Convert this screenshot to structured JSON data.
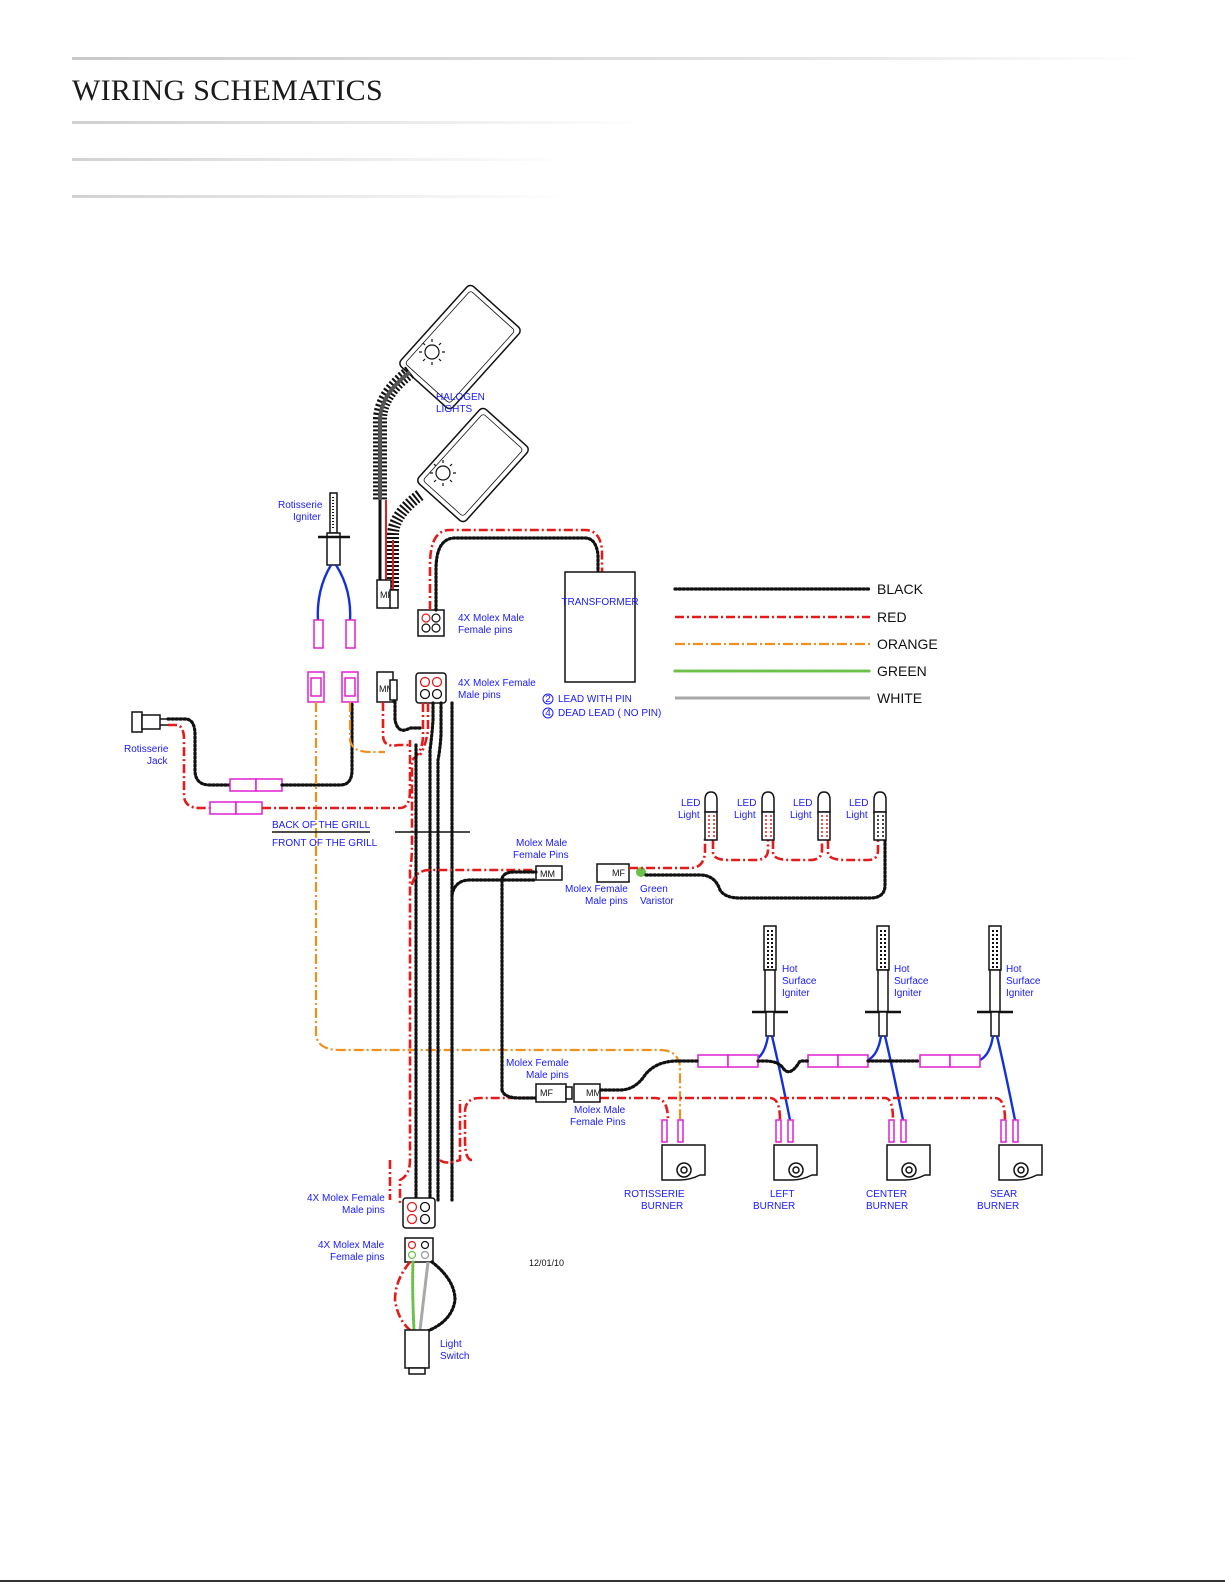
{
  "header": {
    "title": "WIRING SCHEMATICS"
  },
  "legend": [
    {
      "name": "BLACK",
      "color": "#111111",
      "style": "dotted"
    },
    {
      "name": "RED",
      "color": "#e41b1b",
      "style": "dashdot"
    },
    {
      "name": "ORANGE",
      "color": "#f0901e",
      "style": "dashdot"
    },
    {
      "name": "GREEN",
      "color": "#6cc04a",
      "style": "dotted"
    },
    {
      "name": "WHITE",
      "color": "#9a9a9a",
      "style": "solid"
    }
  ],
  "labels": {
    "halogen_1": "HALOGEN",
    "halogen_2": "LIGHTS",
    "rot_igniter_1": "Rotisserie",
    "rot_igniter_2": "Igniter",
    "molex_male_top_1": "4X Molex Male",
    "molex_male_top_2": "Female pins",
    "transformer": "TRANSFORMER",
    "molex_female_top_1": "4X Molex Female",
    "molex_female_top_2": "Male pins",
    "note_1_num": "2",
    "note_1": "LEAD WITH PIN",
    "note_2_num": "4",
    "note_2": "DEAD LEAD  ( NO PIN)",
    "rot_jack_1": "Rotisserie",
    "rot_jack_2": "Jack",
    "back_grill": "BACK OF THE GRILL",
    "front_grill": "FRONT OF THE GRILL",
    "led": "LED",
    "light": "Light",
    "molex_male_fp_1": "Molex Male",
    "molex_male_fp_2": "Female Pins",
    "molex_female_mp_1": "Molex Female",
    "molex_female_mp_2": "Male pins",
    "green_1": "Green",
    "green_2": "Varistor",
    "hot": "Hot",
    "surface": "Surface",
    "igniter": "Igniter",
    "molex_female_mp2_1": "Molex Female",
    "molex_female_mp2_2": "Male pins",
    "molex_male_fp2_1": "Molex Male",
    "molex_male_fp2_2": "Female Pins",
    "rot_burner_1": "ROTISSERIE",
    "rot_burner_2": "BURNER",
    "left_burner_1": "LEFT",
    "left_burner_2": "BURNER",
    "center_burner_1": "CENTER",
    "center_burner_2": "BURNER",
    "sear_burner_1": "SEAR",
    "sear_burner_2": "BURNER",
    "molex_female_bot_1": "4X Molex Female",
    "molex_female_bot_2": "Male pins",
    "molex_male_bot_1": "4X Molex Male",
    "molex_male_bot_2": "Female pins",
    "date": "12/01/10",
    "switch_1": "Light",
    "switch_2": "Switch",
    "mf": "MF",
    "mm": "MM"
  }
}
